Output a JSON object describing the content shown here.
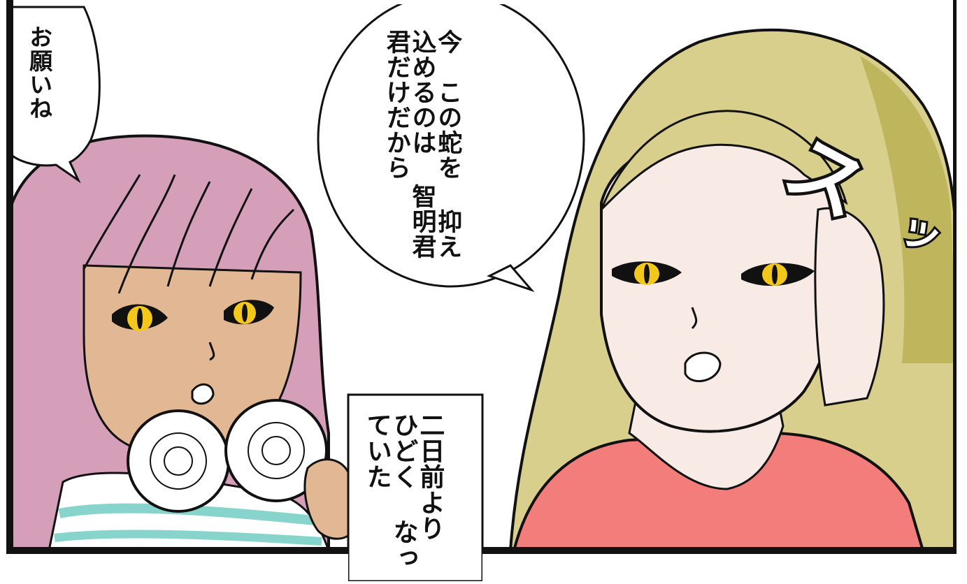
{
  "speech": {
    "left_bubble": [
      "お願いね"
    ],
    "center_bubble": [
      "今　この蛇を",
      "抑え込めるのは",
      "智明君",
      "君だけだから"
    ]
  },
  "caption": [
    "二日前より",
    "ひどく",
    "なっていた"
  ],
  "sfx": {
    "main": "ス",
    "tail": "ッ"
  },
  "colors": {
    "left_hair": "#d59fb9",
    "left_skin": "#e2b894",
    "right_hair": "#d8cf8c",
    "right_hair_shadow": "#bfb55c",
    "right_skin": "#f8ebe6",
    "right_top": "#f27d7a",
    "eye": "#f3c81a",
    "stripe": "#86d4cc"
  }
}
